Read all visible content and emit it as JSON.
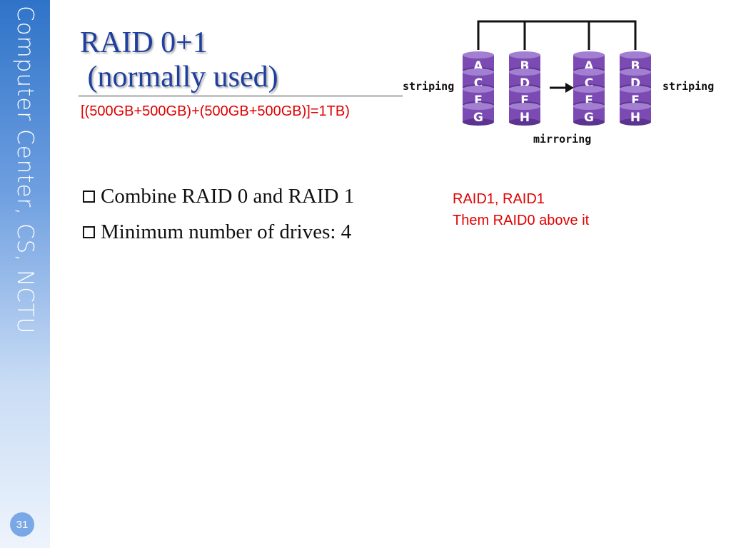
{
  "sidebar": {
    "org": "Computer Center, CS, NCTU",
    "page_number": "31"
  },
  "slide": {
    "title_line1": "RAID 0+1",
    "title_line2": " (normally used)",
    "subtitle": "[(500GB+500GB)+(500GB+500GB)]=1TB)",
    "bullets": [
      "Combine RAID 0 and RAID 1",
      "Minimum number of drives: 4"
    ],
    "note_line1": "RAID1, RAID1",
    "note_line2": "Them RAID0 above it"
  },
  "diagram": {
    "left_label": "striping",
    "right_label": "striping",
    "bottom_label": "mirroring",
    "disks": [
      [
        "A",
        "C",
        "E",
        "G"
      ],
      [
        "B",
        "D",
        "F",
        "H"
      ],
      [
        "A",
        "C",
        "E",
        "G"
      ],
      [
        "B",
        "D",
        "F",
        "H"
      ]
    ]
  },
  "colors": {
    "title": "#1f3f9f",
    "accent_red": "#e00000",
    "disk": "#7b4bb3"
  }
}
